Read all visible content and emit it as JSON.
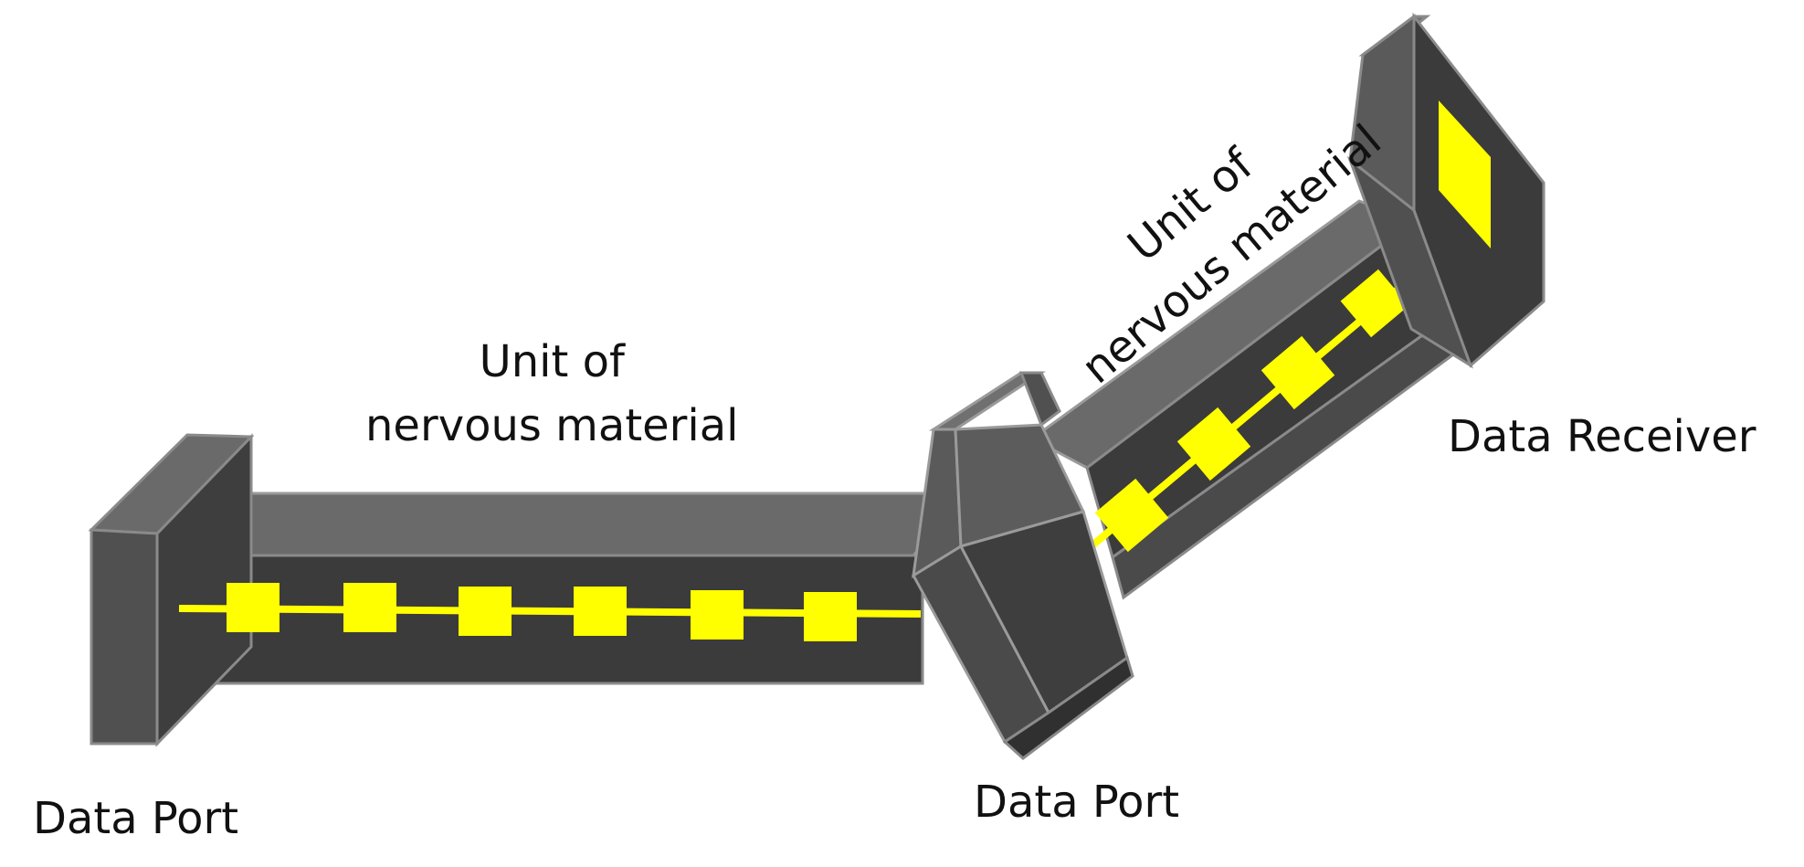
{
  "labels": {
    "data_port_left": "Data Port",
    "data_port_mid": "Data Port",
    "data_receiver": "Data Receiver",
    "unit_left": {
      "line1": "Unit of",
      "line2": "nervous material"
    },
    "unit_right": {
      "line1": "Unit of",
      "line2": "nervous material"
    }
  },
  "colors": {
    "body_dark": "#3b3b3b",
    "body_mid": "#5a5a5a",
    "body_top": "#6e6e6e",
    "edge": "#8a8a8a",
    "signal": "#ffff00"
  },
  "nodes": {
    "left_segment_count": 6,
    "right_segment_count": 4
  }
}
